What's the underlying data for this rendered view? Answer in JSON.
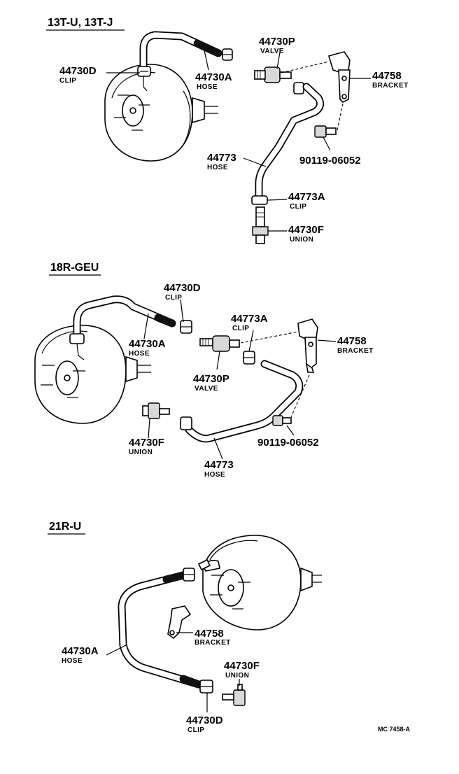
{
  "sections": [
    {
      "heading": "13T-U, 13T-J",
      "labels": {
        "clip_d": {
          "num": "44730D",
          "name": "CLIP"
        },
        "hose_a": {
          "num": "44730A",
          "name": "HOSE"
        },
        "valve_p": {
          "num": "44730P",
          "name": "VALVE"
        },
        "bracket": {
          "num": "44758",
          "name": "BRACKET"
        },
        "bolt": {
          "num": "90119-06052"
        },
        "hose": {
          "num": "44773",
          "name": "HOSE"
        },
        "clip_a": {
          "num": "44773A",
          "name": "CLIP"
        },
        "union_f": {
          "num": "44730F",
          "name": "UNION"
        }
      }
    },
    {
      "heading": "18R-GEU",
      "labels": {
        "clip_d": {
          "num": "44730D",
          "name": "CLIP"
        },
        "hose_a": {
          "num": "44730A",
          "name": "HOSE"
        },
        "clip_a": {
          "num": "44773A",
          "name": "CLIP"
        },
        "bracket": {
          "num": "44758",
          "name": "BRACKET"
        },
        "valve_p": {
          "num": "44730P",
          "name": "VALVE"
        },
        "union_f": {
          "num": "44730F",
          "name": "UNION"
        },
        "bolt": {
          "num": "90119-06052"
        },
        "hose": {
          "num": "44773",
          "name": "HOSE"
        }
      }
    },
    {
      "heading": "21R-U",
      "labels": {
        "hose_a": {
          "num": "44730A",
          "name": "HOSE"
        },
        "bracket": {
          "num": "44758",
          "name": "BRACKET"
        },
        "union_f": {
          "num": "44730F",
          "name": "UNION"
        },
        "clip_d": {
          "num": "44730D",
          "name": "CLIP"
        }
      }
    }
  ],
  "figure_code": "MC 7458-A"
}
